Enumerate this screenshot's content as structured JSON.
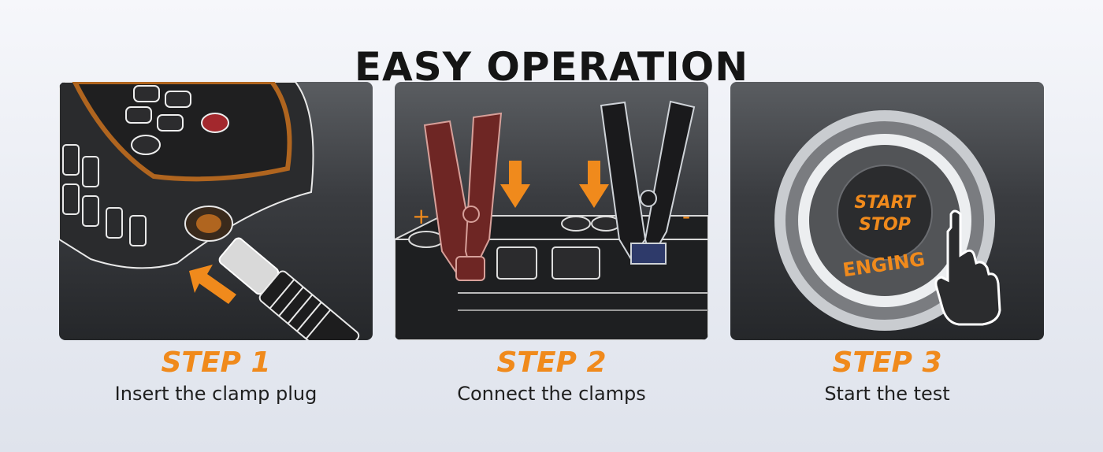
{
  "title": "EASY OPERATION",
  "accent_color": "#f08a1c",
  "steps": [
    {
      "label": "STEP 1",
      "description": "Insert the clamp plug",
      "illustration": "tester-plug-insertion"
    },
    {
      "label": "STEP 2",
      "description": "Connect the clamps",
      "illustration": "battery-clamps"
    },
    {
      "label": "STEP 3",
      "description": "Start the test",
      "illustration": "start-stop-button"
    }
  ],
  "step2_symbols": {
    "positive": "+",
    "negative": "-"
  },
  "button_text": {
    "line1": "START",
    "line2": "STOP",
    "ring": "ENGING"
  }
}
